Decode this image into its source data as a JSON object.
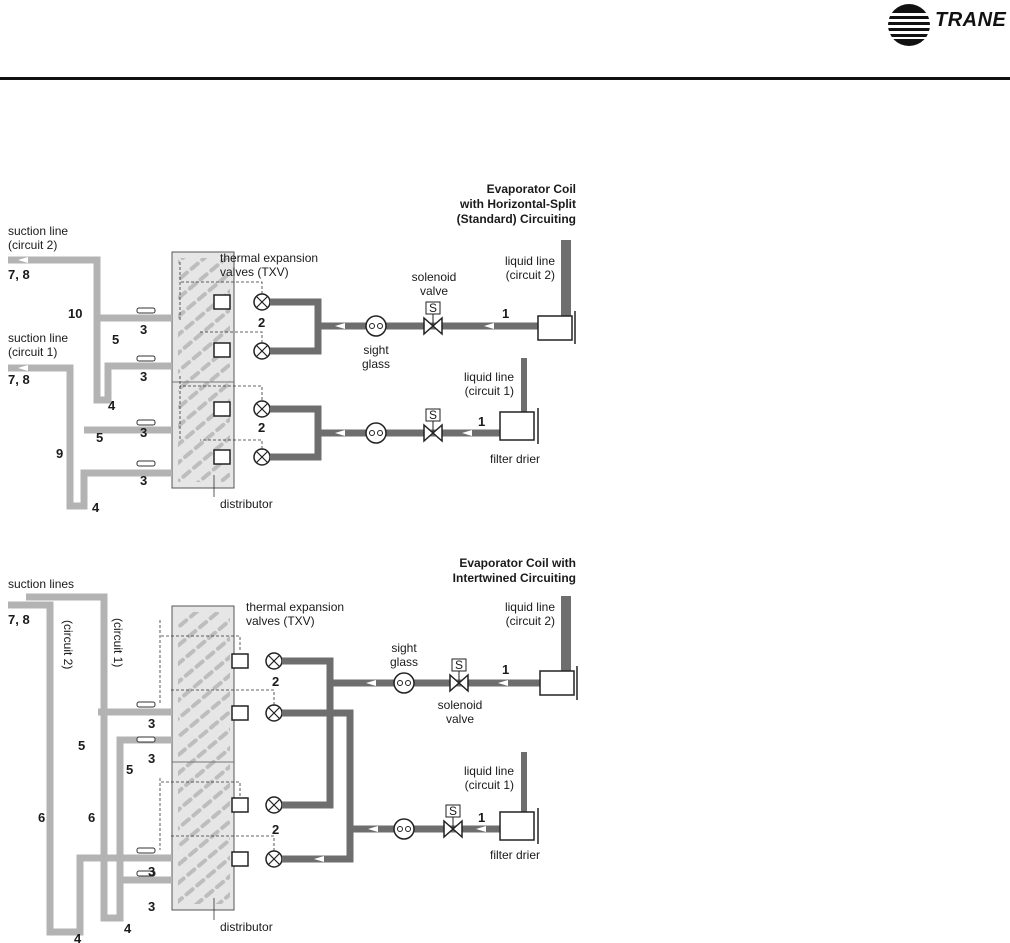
{
  "brand": {
    "logo_text": "TRANE",
    "logo_icon": "trane-globe-icon"
  },
  "colors": {
    "suction_pipe": "#b3b3b3",
    "liquid_pipe": "#6e6e6e",
    "coil_fill": "#e6e6e6",
    "fin_fill": "#bdbdbd",
    "rule": "#111111"
  },
  "diagram_top": {
    "title_lines": [
      "Evaporator Coil",
      "with Horizontal-Split",
      "(Standard) Circuiting"
    ],
    "suction_line_c2": [
      "suction line",
      "(circuit 2)"
    ],
    "suction_line_c1": [
      "suction line",
      "(circuit 1)"
    ],
    "txv_label": [
      "thermal expansion",
      "valves (TXV)"
    ],
    "solenoid_label": [
      "solenoid",
      "valve"
    ],
    "sight_glass_label": [
      "sight",
      "glass"
    ],
    "liquid_line_c2": [
      "liquid line",
      "(circuit 2)"
    ],
    "liquid_line_c1": [
      "liquid line",
      "(circuit 1)"
    ],
    "filter_drier_label": "filter drier",
    "distributor_label": "distributor",
    "solenoid_mark": "S",
    "numbers": {
      "n78a": "7, 8",
      "n78b": "7, 8",
      "n10": "10",
      "n9": "9",
      "n5a": "5",
      "n5b": "5",
      "n3a": "3",
      "n3b": "3",
      "n3c": "3",
      "n3d": "3",
      "n4a": "4",
      "n4b": "4",
      "n2a": "2",
      "n2b": "2",
      "n1a": "1",
      "n1b": "1"
    }
  },
  "diagram_bottom": {
    "title_lines": [
      "Evaporator Coil with",
      "Intertwined Circuiting"
    ],
    "suction_lines": "suction lines",
    "circuit2_vertical": "(circuit 2)",
    "circuit1_vertical": "(circuit 1)",
    "txv_label": [
      "thermal expansion",
      "valves (TXV)"
    ],
    "sight_glass_label": [
      "sight",
      "glass"
    ],
    "solenoid_label": [
      "solenoid",
      "valve"
    ],
    "liquid_line_c2": [
      "liquid line",
      "(circuit 2)"
    ],
    "liquid_line_c1": [
      "liquid line",
      "(circuit 1)"
    ],
    "filter_drier_label": "filter drier",
    "distributor_label": "distributor",
    "solenoid_mark": "S",
    "numbers": {
      "n78": "7, 8",
      "n6a": "6",
      "n6b": "6",
      "n5a": "5",
      "n5b": "5",
      "n3a": "3",
      "n3b": "3",
      "n3c": "3",
      "n3d": "3",
      "n4a": "4",
      "n4b": "4",
      "n2a": "2",
      "n2b": "2",
      "n1a": "1",
      "n1b": "1"
    }
  }
}
